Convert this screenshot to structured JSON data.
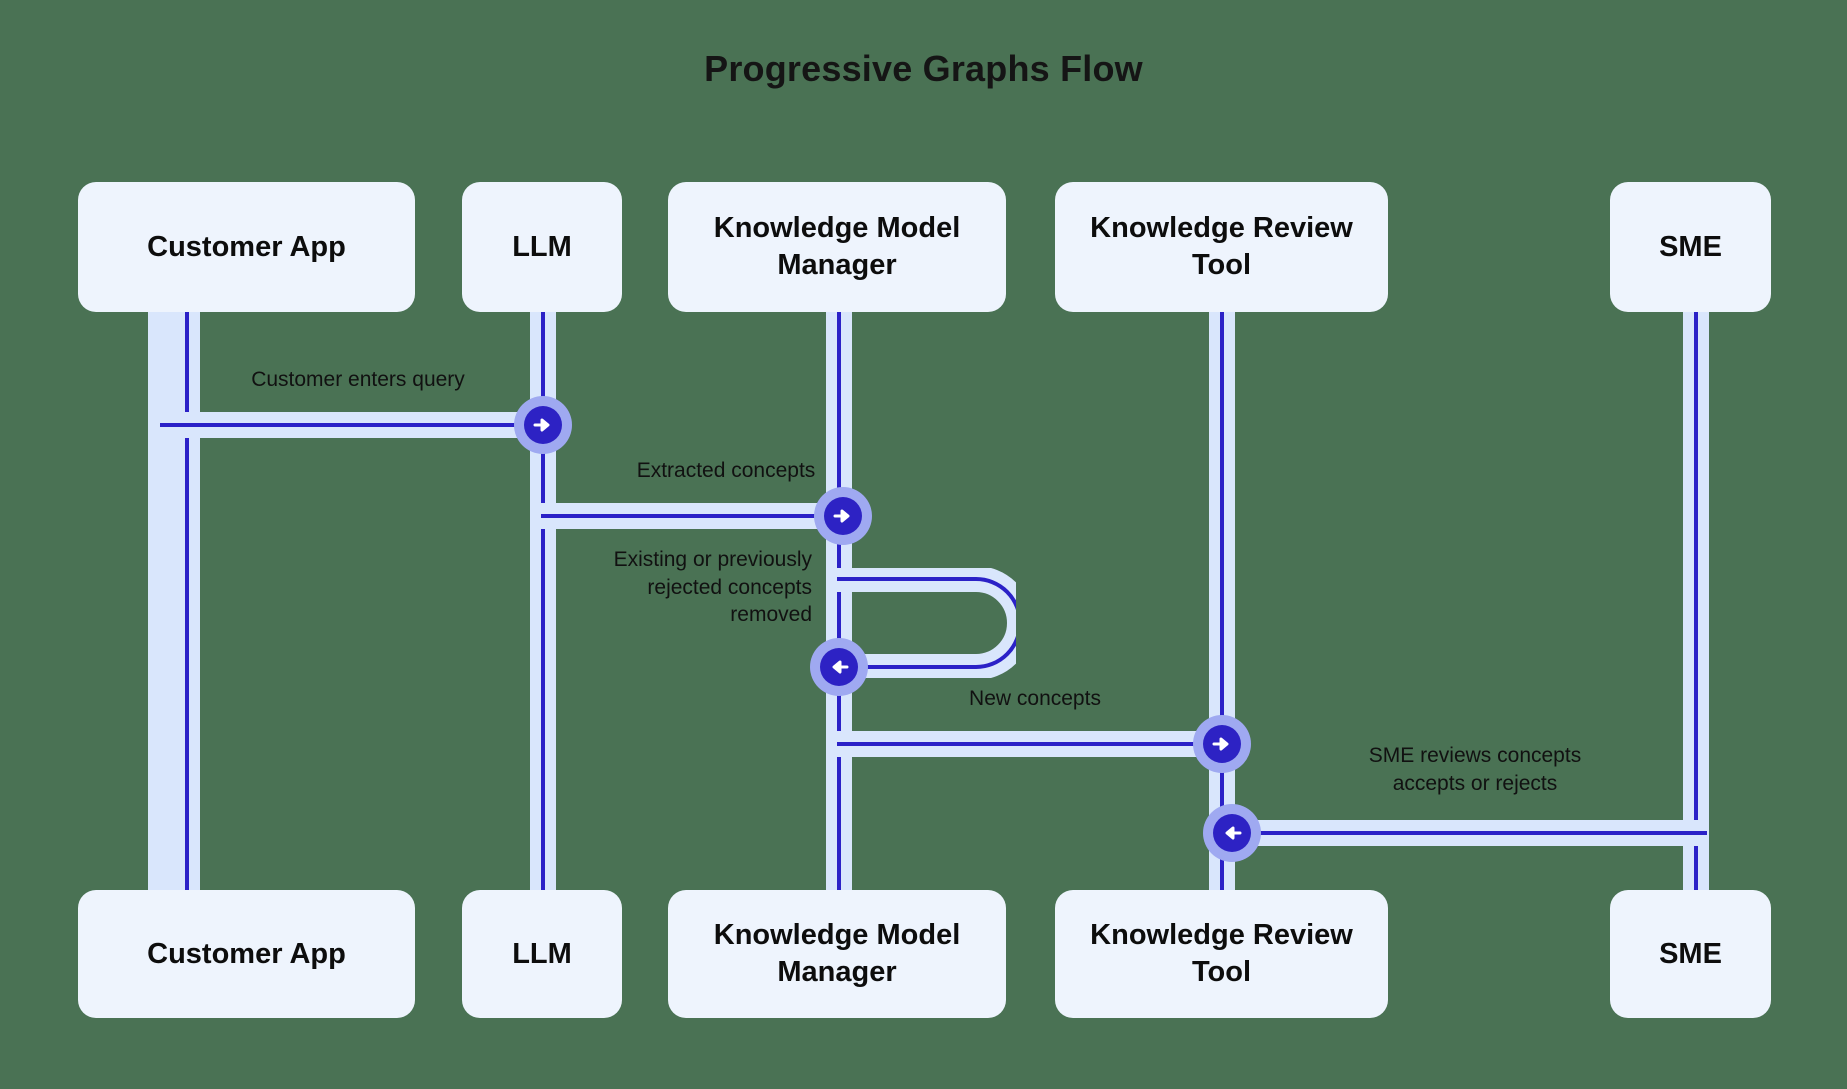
{
  "title": "Progressive Graphs Flow",
  "colors": {
    "background": "#4a7254",
    "box_fill": "#eef4fd",
    "line": "#2b21c7",
    "glow": "#d9e6fc",
    "marker_halo": "#9fa9f1",
    "marker_core": "#2d22c4",
    "text": "#111111"
  },
  "diagram": {
    "type": "sequence-diagram",
    "participants": [
      {
        "id": "customer-app",
        "label": "Customer\nApp"
      },
      {
        "id": "llm",
        "label": "LLM"
      },
      {
        "id": "kmm",
        "label": "Knowledge\nModel Manager"
      },
      {
        "id": "krt",
        "label": "Knowledge\nReview Tool"
      },
      {
        "id": "sme",
        "label": "SME"
      }
    ],
    "messages": [
      {
        "id": "m1",
        "from": "customer-app",
        "to": "llm",
        "direction": "right",
        "label": "Customer enters query"
      },
      {
        "id": "m2",
        "from": "llm",
        "to": "kmm",
        "direction": "right",
        "label": "Extracted concepts"
      },
      {
        "id": "m3",
        "from": "kmm",
        "to": "kmm",
        "direction": "self",
        "label": "Existing or previously\nrejected concepts\nremoved"
      },
      {
        "id": "m4",
        "from": "kmm",
        "to": "krt",
        "direction": "right",
        "label": "New concepts"
      },
      {
        "id": "m5",
        "from": "sme",
        "to": "krt",
        "direction": "left",
        "label": "SME reviews concepts\naccepts or rejects"
      }
    ],
    "icons": {
      "arrow_right": "arrow-right-icon",
      "arrow_left": "arrow-left-icon"
    }
  }
}
